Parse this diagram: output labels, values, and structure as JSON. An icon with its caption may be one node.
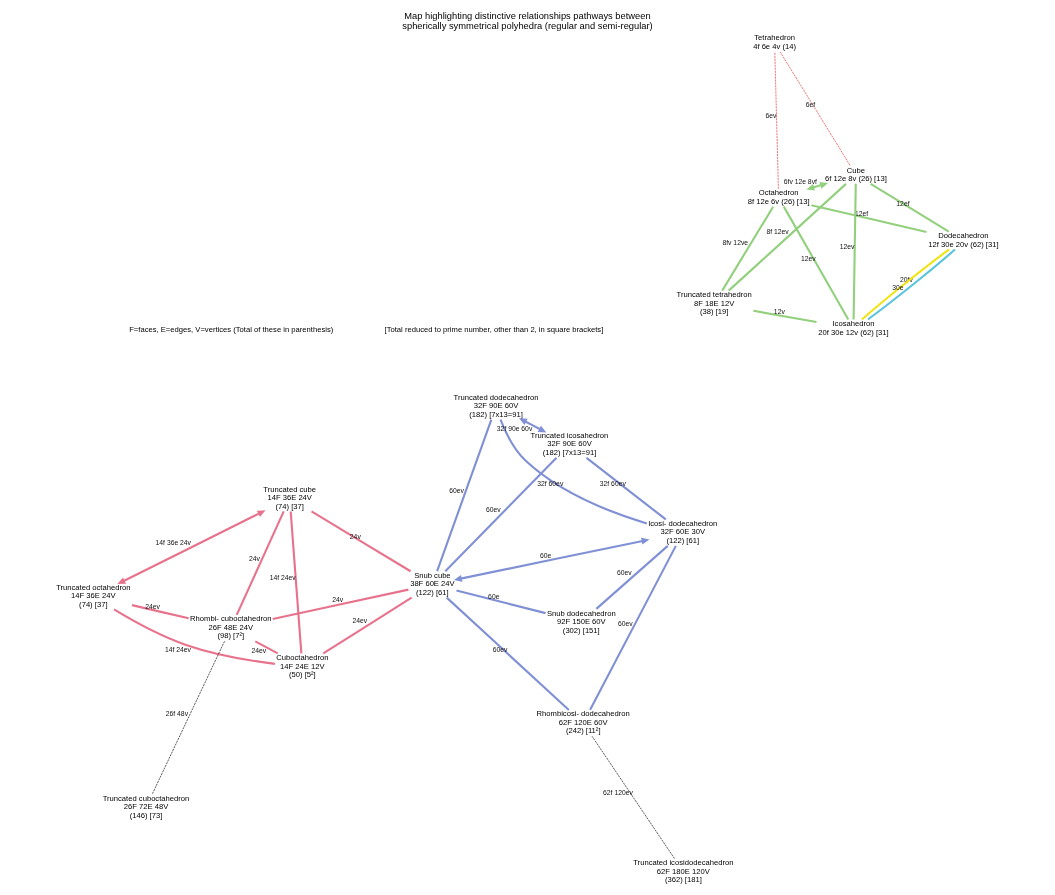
{
  "diagram": {
    "title": "Map highlighting distinctive relationships pathways between spherically symmetrical polyhedra (regular and semi-regular)",
    "nodes": [
      {
        "text": [
          "Truncated tetrahedron",
          "8F 18E 12V",
          "(38) [19]"
        ]
      },
      {
        "text": [
          "Truncated octahedron",
          "14F 36E 24V",
          "(74) [37]"
        ]
      },
      {
        "text": [
          "Truncated cube",
          "14F 36E 24V",
          "(74) [37]"
        ]
      },
      {
        "text": [
          "Cuboctahedron",
          "14F 24E 12V",
          "(50) [5²]"
        ]
      },
      {
        "text": [
          "Rhombi- cuboctahedron",
          "26F 48E 24V",
          "(98) [7²]"
        ]
      },
      {
        "text": [
          "Dodecahedron",
          "12f 30e 20v (62) [31]"
        ]
      },
      {
        "text": [
          "Octahedron",
          "8f 12e 6v (26) [13]"
        ]
      },
      {
        "text": [
          "Tetrahedron",
          "4f 6e 4v (14)"
        ]
      },
      {
        "text": [
          "Cube",
          "6f 12e 8v (26) [13]"
        ]
      },
      {
        "text": [
          "Icosi- dodecahedron",
          "32F 60E 30V",
          "(122) [61]"
        ]
      },
      {
        "text": [
          "Snub cube",
          "38F 60E 24V",
          "(122) [61]"
        ]
      },
      {
        "text": [
          "Icosahedron",
          "20f 30e 12v (62) [31]"
        ]
      },
      {
        "text": [
          "Truncated cuboctahedron",
          "26F 72E 48V",
          "(146) [73]"
        ]
      },
      {
        "text": [
          "Truncated icosidodecahedron",
          "62F 180E 120V",
          "(362) [181]"
        ]
      },
      {
        "text": [
          "Rhombicosi- dodecahedron",
          "62F 120E 60V",
          "(242) [11²]"
        ]
      },
      {
        "text": [
          "Snub dodecahedron",
          "92F 150E 60V",
          "(302) [151]"
        ]
      },
      {
        "text": [
          "Truncated icosahedron",
          "32F 90E 60V",
          "(182) [7x13=91]"
        ]
      },
      {
        "text": [
          "Truncated dodecahedron",
          "32F 90E 60V",
          "(182) [7x13=91]"
        ]
      }
    ],
    "edges": [
      {
        "from": 1,
        "to": 2,
        "arrow": "both",
        "label": "14f 36e 24v",
        "color": "#e8728c"
      },
      {
        "from": 1,
        "to": 3,
        "arrow": "none",
        "label": "14f 24ev",
        "color": "#e8728c"
      },
      {
        "from": 1,
        "to": 4,
        "arrow": "none",
        "label": "24ev",
        "color": "#e8728c"
      },
      {
        "from": 3,
        "to": 2,
        "arrow": "none",
        "label": "14f 24ev",
        "color": "#e8728c"
      },
      {
        "from": 3,
        "to": 4,
        "arrow": "none",
        "label": "24ev",
        "color": "#e8728c"
      },
      {
        "from": 3,
        "to": 10,
        "arrow": "none",
        "label": "24ev",
        "color": "#e8728c"
      },
      {
        "from": 2,
        "to": 4,
        "arrow": "none",
        "label": "24v",
        "color": "#e8728c"
      },
      {
        "from": 2,
        "to": 10,
        "arrow": "none",
        "label": "24v",
        "color": "#e8728c"
      },
      {
        "from": 4,
        "to": 10,
        "arrow": "none",
        "label": "24v",
        "color": "#e8728c"
      },
      {
        "from": 4,
        "to": 12,
        "arrow": "none",
        "label": "26f 48v",
        "style": "dashed",
        "color": "#000000"
      },
      {
        "from": 0,
        "to": 6,
        "arrow": "none",
        "label": "8fv 12ve",
        "color": "#92d07e"
      },
      {
        "from": 0,
        "to": 8,
        "arrow": "none",
        "label": "8f 12ev",
        "color": "#92d07e"
      },
      {
        "from": 0,
        "to": 11,
        "arrow": "none",
        "label": "12v",
        "color": "#92d07e"
      },
      {
        "from": 5,
        "to": 6,
        "arrow": "none",
        "label": "12ef",
        "color": "#92d07e"
      },
      {
        "from": 5,
        "to": 8,
        "arrow": "none",
        "label": "12ef",
        "color": "#92d07e"
      },
      {
        "from": 5,
        "to": 11,
        "arrow": "none",
        "label": "20fv",
        "color": "#5bc4dc"
      },
      {
        "from": 5,
        "to": 11,
        "arrow": "none",
        "label": "30e",
        "color": "#f0e414"
      },
      {
        "from": 6,
        "to": 8,
        "arrow": "both",
        "label": "6fv 12e 8vf",
        "color": "#92d07e"
      },
      {
        "from": 6,
        "to": 7,
        "arrow": "none",
        "label": "6ev",
        "style": "dashed",
        "color": "#e02828"
      },
      {
        "from": 7,
        "to": 8,
        "arrow": "none",
        "label": "6ef",
        "style": "dashed",
        "color": "#e02828"
      },
      {
        "from": 6,
        "to": 11,
        "arrow": "none",
        "label": "12ev",
        "color": "#92d07e"
      },
      {
        "from": 8,
        "to": 11,
        "arrow": "none",
        "label": "12ev",
        "color": "#92d07e"
      },
      {
        "from": 9,
        "to": 10,
        "arrow": "both",
        "label": "60e",
        "color": "#8090d4"
      },
      {
        "from": 9,
        "to": 15,
        "arrow": "none",
        "label": "60ev",
        "color": "#8090d4"
      },
      {
        "from": 9,
        "to": 17,
        "arrow": "none",
        "label": "32f 60ev",
        "color": "#8090d4"
      },
      {
        "from": 9,
        "to": 14,
        "arrow": "none",
        "label": "60ev",
        "color": "#8090d4"
      },
      {
        "from": 9,
        "to": 16,
        "arrow": "none",
        "label": "32f 60ev",
        "color": "#8090d4"
      },
      {
        "from": 10,
        "to": 14,
        "arrow": "none",
        "label": "60ev",
        "color": "#8090d4"
      },
      {
        "from": 10,
        "to": 16,
        "arrow": "none",
        "label": "60ev",
        "color": "#8090d4"
      },
      {
        "from": 10,
        "to": 17,
        "arrow": "none",
        "label": "60ev",
        "color": "#8090d4"
      },
      {
        "from": 10,
        "to": 15,
        "arrow": "none",
        "label": "60e",
        "color": "#8090d4"
      },
      {
        "from": 13,
        "to": 14,
        "arrow": "none",
        "label": "62f 120ev",
        "style": "dashed",
        "color": "#000000"
      },
      {
        "from": 16,
        "to": 17,
        "arrow": "both",
        "label": "32f 90e 60v",
        "color": "#8090d4"
      }
    ],
    "labels": [
      "F=faces, E=edges, V=vertices (Total of these in parenthesis)",
      "[Total reduced to prime number, other than 2, in square brackets]"
    ]
  }
}
